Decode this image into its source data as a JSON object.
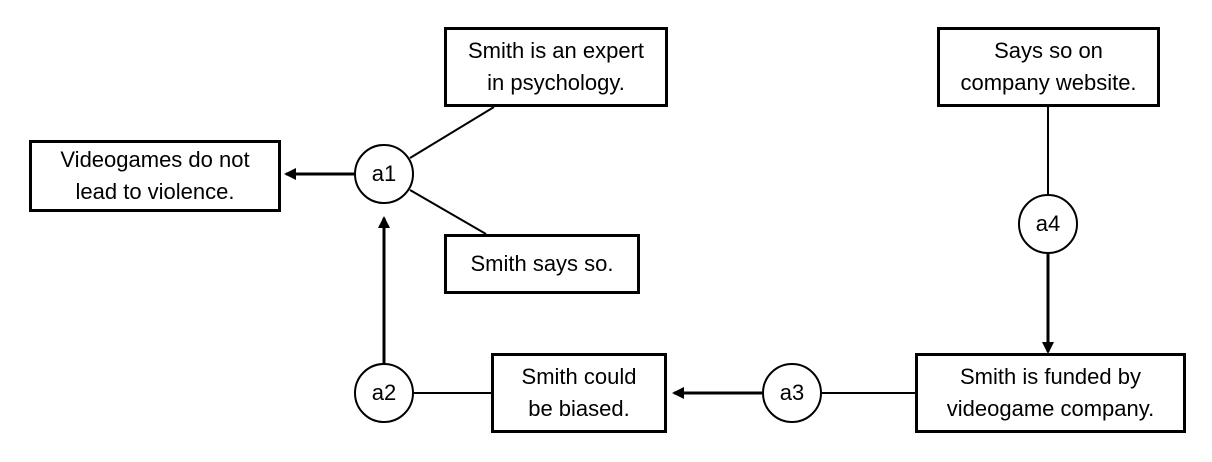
{
  "diagram": {
    "claims": {
      "conclusion": [
        "Videogames do not",
        "lead to violence."
      ],
      "expert": [
        "Smith is an expert",
        "in psychology."
      ],
      "says_so": [
        "Smith says so."
      ],
      "website": [
        "Says so on",
        "company website."
      ],
      "biased": [
        "Smith could",
        "be biased."
      ],
      "funded": [
        "Smith is funded by",
        "videogame company."
      ]
    },
    "arguments": {
      "a1": "a1",
      "a2": "a2",
      "a3": "a3",
      "a4": "a4"
    }
  }
}
